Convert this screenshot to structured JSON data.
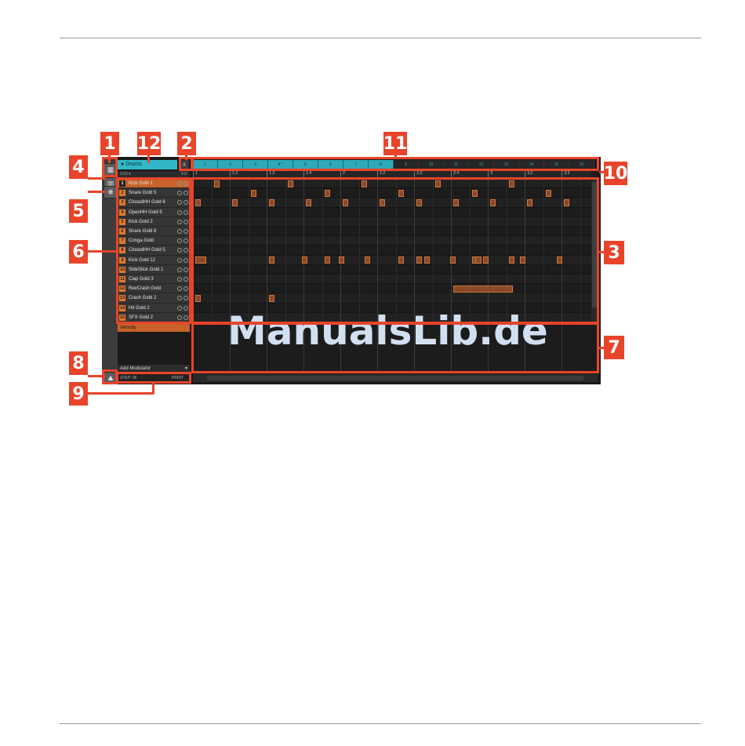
{
  "colors": {
    "callout": "#e8442b",
    "accent_cyan": "#30b8c8",
    "accent_orange": "#c8622a",
    "note_fill": "#8a4a28"
  },
  "callouts": [
    "1",
    "12",
    "2",
    "11",
    "4",
    "10",
    "5",
    "6",
    "3",
    "7",
    "8",
    "9"
  ],
  "group": {
    "name": "Drums",
    "close_label": "x"
  },
  "patterns": [
    "1",
    "2",
    "3",
    "4 *",
    "5",
    "6",
    "7",
    "8",
    "9",
    "10",
    "11",
    "12",
    "13",
    "14",
    "15",
    "16"
  ],
  "pattern_active_count": 8,
  "control_bar": {
    "grid": "1/16 ▾",
    "length": "4.0"
  },
  "ruler": [
    "1",
    "1.2",
    "1.3",
    "1.4",
    "2",
    "2.2",
    "2.3",
    "2.4",
    "3",
    "3.2",
    "3.3"
  ],
  "sounds": [
    {
      "num": "1",
      "name": "Kick Gold 1"
    },
    {
      "num": "2",
      "name": "Snare Gold 5"
    },
    {
      "num": "3",
      "name": "ClosedHH Gold 6"
    },
    {
      "num": "4",
      "name": "OpenHH Gold 5"
    },
    {
      "num": "5",
      "name": "Kick Gold 2"
    },
    {
      "num": "6",
      "name": "Snare Gold 8"
    },
    {
      "num": "7",
      "name": "Conga Gold"
    },
    {
      "num": "8",
      "name": "ClosedHH Gold 5"
    },
    {
      "num": "9",
      "name": "Kick Gold 12"
    },
    {
      "num": "10",
      "name": "SideStick Gold 1"
    },
    {
      "num": "11",
      "name": "Clap Gold 3"
    },
    {
      "num": "12",
      "name": "RevCrash Gold"
    },
    {
      "num": "13",
      "name": "Crash Gold 2"
    },
    {
      "num": "14",
      "name": "Hit Gold 2"
    },
    {
      "num": "15",
      "name": "SFX Gold 2"
    }
  ],
  "selected_sound": 1,
  "modulation": {
    "label": "Velocity",
    "add_label": "Add Modulator"
  },
  "step_bar": {
    "step": "STEP: 06",
    "print": "PRINT"
  },
  "side_buttons": {
    "pattern": "▦",
    "keyboard": "▥",
    "drum": "❋",
    "mod": "⛰"
  },
  "watermark": "ManualsLib.de",
  "notes": [
    {
      "lane": 0,
      "x": 0.5,
      "len": 0.15
    },
    {
      "lane": 0,
      "x": 2.5,
      "len": 0.15
    },
    {
      "lane": 0,
      "x": 4.5,
      "len": 0.15
    },
    {
      "lane": 0,
      "x": 6.5,
      "len": 0.15
    },
    {
      "lane": 0,
      "x": 8.5,
      "len": 0.15
    },
    {
      "lane": 1,
      "x": 1.5,
      "len": 0.15
    },
    {
      "lane": 1,
      "x": 3.5,
      "len": 0.15
    },
    {
      "lane": 1,
      "x": 5.5,
      "len": 0.15
    },
    {
      "lane": 1,
      "x": 7.5,
      "len": 0.15
    },
    {
      "lane": 1,
      "x": 9.5,
      "len": 0.15
    },
    {
      "lane": 2,
      "x": 0.0,
      "len": 0.15
    },
    {
      "lane": 2,
      "x": 1.0,
      "len": 0.15
    },
    {
      "lane": 2,
      "x": 2.0,
      "len": 0.15
    },
    {
      "lane": 2,
      "x": 3.0,
      "len": 0.15
    },
    {
      "lane": 2,
      "x": 4.0,
      "len": 0.15
    },
    {
      "lane": 2,
      "x": 5.0,
      "len": 0.15
    },
    {
      "lane": 2,
      "x": 6.0,
      "len": 0.15
    },
    {
      "lane": 2,
      "x": 7.0,
      "len": 0.15
    },
    {
      "lane": 2,
      "x": 8.0,
      "len": 0.15
    },
    {
      "lane": 2,
      "x": 9.0,
      "len": 0.15
    },
    {
      "lane": 2,
      "x": 10.0,
      "len": 0.15
    },
    {
      "lane": 8,
      "x": 0.0,
      "len": 0.3
    },
    {
      "lane": 8,
      "x": 2.0,
      "len": 0.15
    },
    {
      "lane": 8,
      "x": 2.9,
      "len": 0.15
    },
    {
      "lane": 8,
      "x": 3.5,
      "len": 0.15
    },
    {
      "lane": 8,
      "x": 3.9,
      "len": 0.15
    },
    {
      "lane": 8,
      "x": 4.6,
      "len": 0.15
    },
    {
      "lane": 8,
      "x": 5.5,
      "len": 0.15
    },
    {
      "lane": 8,
      "x": 6.0,
      "len": 0.15
    },
    {
      "lane": 8,
      "x": 6.2,
      "len": 0.15
    },
    {
      "lane": 8,
      "x": 6.9,
      "len": 0.15
    },
    {
      "lane": 8,
      "x": 7.5,
      "len": 0.15
    },
    {
      "lane": 8,
      "x": 7.6,
      "len": 0.15
    },
    {
      "lane": 8,
      "x": 7.8,
      "len": 0.15
    },
    {
      "lane": 8,
      "x": 8.5,
      "len": 0.15
    },
    {
      "lane": 8,
      "x": 8.8,
      "len": 0.15
    },
    {
      "lane": 8,
      "x": 9.8,
      "len": 0.15
    },
    {
      "lane": 11,
      "x": 7.0,
      "len": 1.6
    },
    {
      "lane": 12,
      "x": 0.0,
      "len": 0.15
    },
    {
      "lane": 12,
      "x": 2.0,
      "len": 0.15
    }
  ]
}
